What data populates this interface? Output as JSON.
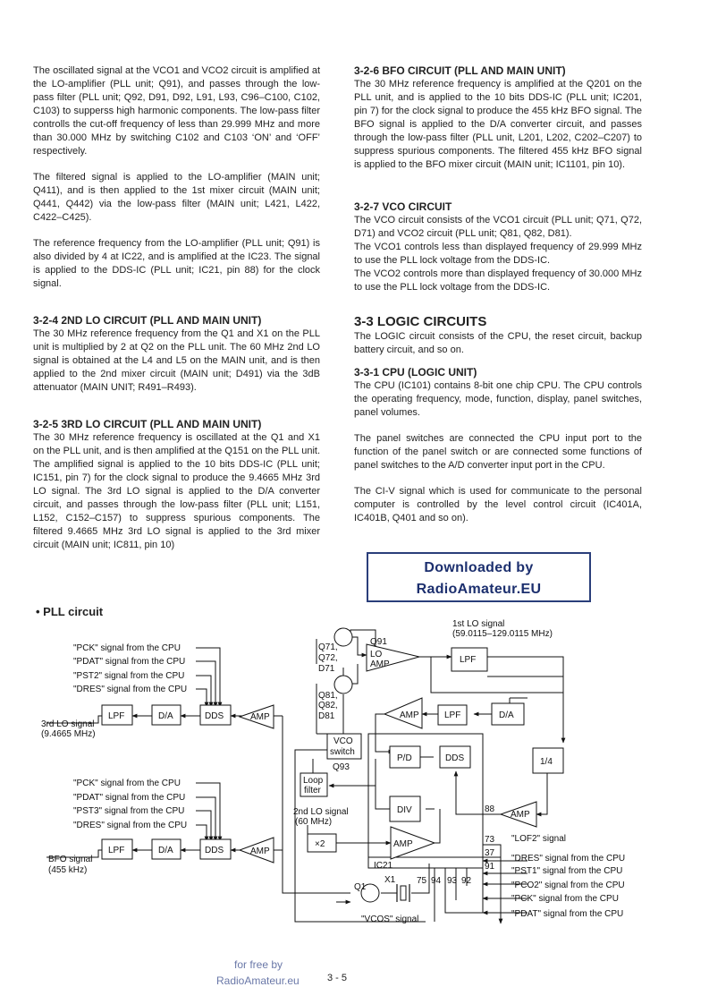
{
  "left": {
    "p1": "The oscillated signal at the VCO1 and VCO2 circuit is amplified at the LO-amplifier (PLL unit; Q91), and passes through the low-pass filter (PLL unit; Q92, D91, D92, L91, L93, C96–C100, C102, C103) to supperss high harmonic components. The low-pass filter controlls the cut-off frequency of less than 29.999 MHz and more than 30.000 MHz by switching C102 and C103 ‘ON’ and ‘OFF’ respectively.",
    "p2": "The filtered signal is applied to the LO-amplifier (MAIN unit; Q411), and is then applied to the 1st mixer circuit (MAIN unit; Q441, Q442) via the low-pass filter (MAIN unit; L421, L422, C422–C425).",
    "p3": "The reference frequency from the LO-amplifier (PLL unit; Q91) is also divided by 4 at IC22, and is amplified at the IC23. The signal is applied to the DDS-IC (PLL unit; IC21, pin 88) for the clock signal.",
    "h324": "3-2-4 2ND LO CIRCUIT (PLL AND MAIN UNIT)",
    "p324": "The 30 MHz reference frequency from the Q1 and X1 on the PLL unit is multiplied by 2 at Q2 on the PLL unit. The 60 MHz 2nd LO signal is obtained at the L4 and L5 on the MAIN unit, and is then applied to the 2nd mixer circuit (MAIN unit; D491) via the 3dB attenuator (MAIN UNIT; R491–R493).",
    "h325": "3-2-5 3RD LO CIRCUIT (PLL AND MAIN UNIT)",
    "p325": "The 30 MHz reference frequency is oscillated at the Q1 and X1 on the PLL unit, and is then amplified at the Q151 on the PLL unit. The amplified signal is applied to the 10 bits DDS-IC (PLL unit; IC151, pin 7) for the clock signal to produce the 9.4665 MHz 3rd LO signal. The 3rd LO signal is applied to the D/A converter circuit, and passes through the low-pass filter (PLL unit; L151, L152, C152–C157) to suppress spurious components. The filtered 9.4665 MHz 3rd LO signal is applied to the 3rd mixer circuit (MAIN unit; IC811, pin 10)"
  },
  "right": {
    "h326": "3-2-6 BFO CIRCUIT (PLL AND MAIN UNIT)",
    "p326": "The 30 MHz reference frequency is amplified at the Q201 on the PLL unit, and is applied to the 10 bits DDS-IC (PLL unit; IC201, pin 7) for the clock signal to produce the 455 kHz BFO signal. The BFO signal is applied to the D/A converter circuit, and passes through the low-pass filter (PLL unit, L201, L202, C202–C207) to suppress spurious components. The filtered 455 kHz BFO signal is applied to the BFO mixer circuit (MAIN unit; IC1101, pin 10).",
    "h327": "3-2-7 VCO CIRCUIT",
    "p327a": "The VCO circuit consists of the VCO1 circuit (PLL unit; Q71, Q72, D71) and VCO2 circuit (PLL unit; Q81, Q82, D81).",
    "p327b": "The VCO1 controls less than displayed frequency of 29.999 MHz to use the PLL lock voltage from the DDS-IC.",
    "p327c": "The VCO2 controls more than displayed frequency of 30.000 MHz to use the PLL lock voltage from the DDS-IC.",
    "h33": "3-3 LOGIC CIRCUITS",
    "p33": "The LOGIC circuit consists of the CPU, the reset circuit, backup battery circuit, and so on.",
    "h331": "3-3-1 CPU (LOGIC UNIT)",
    "p331a": "The CPU (IC101) contains 8-bit one chip CPU. The CPU controls the operating frequency, mode, function, display, panel switches, panel volumes.",
    "p331b": "The panel switches are connected the CPU input port to the function of the panel switch or are connected some functions of panel switches to the A/D converter input port in the CPU.",
    "p331c": "The CI-V signal which is used for communicate to the personal computer is controlled by the level control circuit (IC401A, IC401B, Q401 and so on)."
  },
  "banner": {
    "line1": "Downloaded by",
    "line2": "RadioAmateur.EU"
  },
  "pll_title": "• PLL circuit",
  "diagram": {
    "cpu1": [
      "\"PCK\" signal from the CPU",
      "\"PDAT\" signal from the CPU",
      "\"PST2\" signal from the CPU",
      "\"DRES\" signal from the CPU"
    ],
    "cpu2": [
      "\"PCK\" signal from the CPU",
      "\"PDAT\" signal from the CPU",
      "\"PST3\" signal from the CPU",
      "\"DRES\" signal from the CPU"
    ],
    "cpu3": [
      "\"DRES\" signal from the CPU",
      "\"PST1\" signal from the CPU",
      "\"PCO2\" signal from the CPU",
      "\"PCK\" signal from the CPU",
      "\"PDAT\" signal from the CPU"
    ],
    "lpf": "LPF",
    "da": "D/A",
    "dds": "DDS",
    "amp": "AMP",
    "pd": "P/D",
    "div": "DIV",
    "quarter": "1/4",
    "x2": "×2",
    "lo_amp": "LO\nAMP",
    "vco_line1": "VCO",
    "vco_line2": "switch",
    "q93": "Q93",
    "loop1": "Loop",
    "loop2": "filter",
    "q71": "Q71,",
    "q72": "Q72,",
    "d71": "D71",
    "q81": "Q81,",
    "q82": "Q82,",
    "d81": "D81",
    "q91": "Q91",
    "q1": "Q1",
    "x1": "X1",
    "lo1_line1": "1st LO signal",
    "lo1_line2": "(59.0115–129.0115 MHz)",
    "lo3_line1": "3rd LO signal",
    "lo3_line2": "(9.4665 MHz)",
    "bfo_line1": "BFO signal",
    "bfo_line2": "(455 kHz)",
    "lo2_line1": "2nd LO signal",
    "lo2_line2": "(60 MHz)",
    "ic21": "IC21",
    "lof2": "\"LOF2\" signal",
    "vcos": "\"VCOS\" signal",
    "pins": [
      "88",
      "73",
      "37",
      "91",
      "75",
      "94",
      "93",
      "92"
    ]
  },
  "footer": {
    "line1": "for free by",
    "line2": "RadioAmateur.eu",
    "page": "3 - 5"
  }
}
